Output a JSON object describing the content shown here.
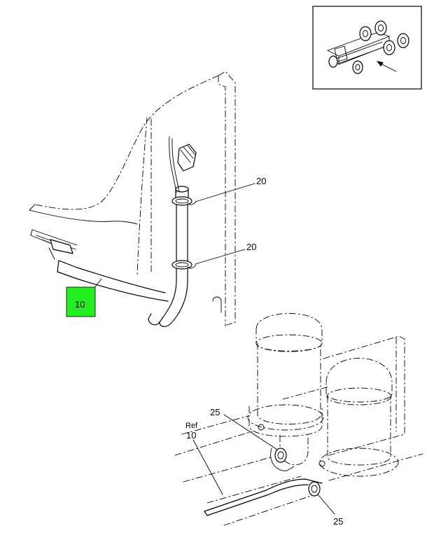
{
  "callouts": {
    "part_10": "10",
    "clip_upper": "20",
    "clip_lower": "20",
    "clip_front": "25",
    "clip_rear": "25",
    "ref_prefix": "Ref",
    "ref_number": "10"
  },
  "colors": {
    "highlight": "#22ee22",
    "line": "#000000",
    "background": "#ffffff"
  }
}
